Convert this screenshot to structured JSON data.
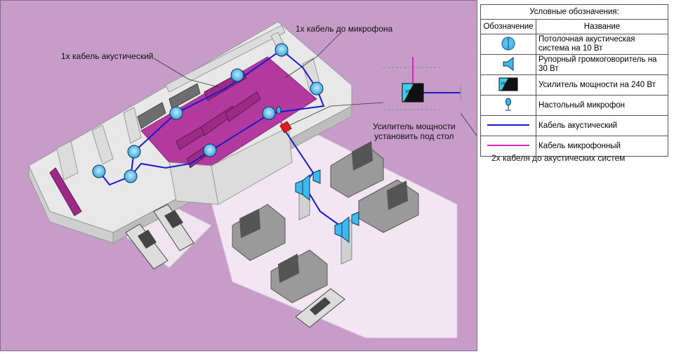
{
  "callouts": {
    "mic_cable": "1х кабель до микрофона",
    "speaker_cable": "1х кабель акустический",
    "amplifier_line1": "Усилитель мощности",
    "amplifier_line2": "установить под стол",
    "outside_cables": "2х кабеля до акустических систем"
  },
  "amplifier_label": "УМ",
  "legend": {
    "title": "Условные обозначения:",
    "col_symbol": "Обозначение",
    "col_name": "Название",
    "rows": [
      {
        "icon": "ceiling-speaker-icon",
        "name": "Потолочная акустическая система на 10 Вт"
      },
      {
        "icon": "horn-speaker-icon",
        "name": "Рупорный громкоговоритель на 30 Вт"
      },
      {
        "icon": "amplifier-icon",
        "name": "Усилитель мощности на 240 Вт"
      },
      {
        "icon": "microphone-icon",
        "name": "Настольный микрофон"
      },
      {
        "icon": "speaker-cable-icon",
        "name": "Кабель акустический"
      },
      {
        "icon": "mic-cable-icon",
        "name": "Кабель микрофонный"
      }
    ]
  },
  "colors": {
    "background": "#c89cc8",
    "speaker_cable": "#1a1acc",
    "mic_cable": "#e020c0",
    "speaker_fill": "#3fb8ee",
    "amplifier_fill": "#3fd0e8"
  }
}
